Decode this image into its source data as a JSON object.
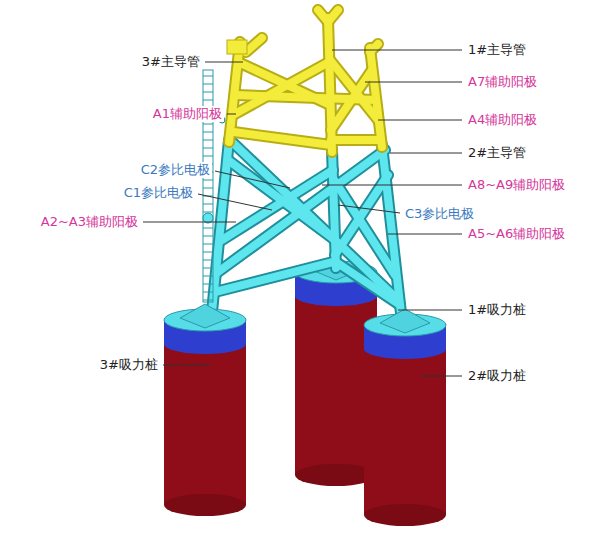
{
  "diagram": {
    "labels": [
      "3#主导管",
      "A1辅助阳极",
      "C2参比电极",
      "C1参比电极",
      "A2~A3辅助阳极",
      "3#吸力桩",
      "1#主导管",
      "A7辅助阳极",
      "A4辅助阳极",
      "2#主导管",
      "A8~A9辅助阳极",
      "C3参比电极",
      "A5~A6辅助阳极",
      "1#吸力桩",
      "2#吸力桩"
    ]
  }
}
